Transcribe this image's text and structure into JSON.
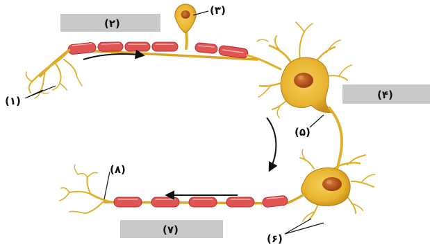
{
  "labels": {
    "l1": "(۱)",
    "l2": "(۲)",
    "l3": "(۳)",
    "l4": "(۴)",
    "l5": "(۵)",
    "l6": "(۶)",
    "l7": "(۷)",
    "l8": "(۸)"
  },
  "colors": {
    "myelin": "#e05454",
    "cell_body": "#e8b32e",
    "nucleus": "#b2541d",
    "label_box": "#c9c9c9"
  }
}
